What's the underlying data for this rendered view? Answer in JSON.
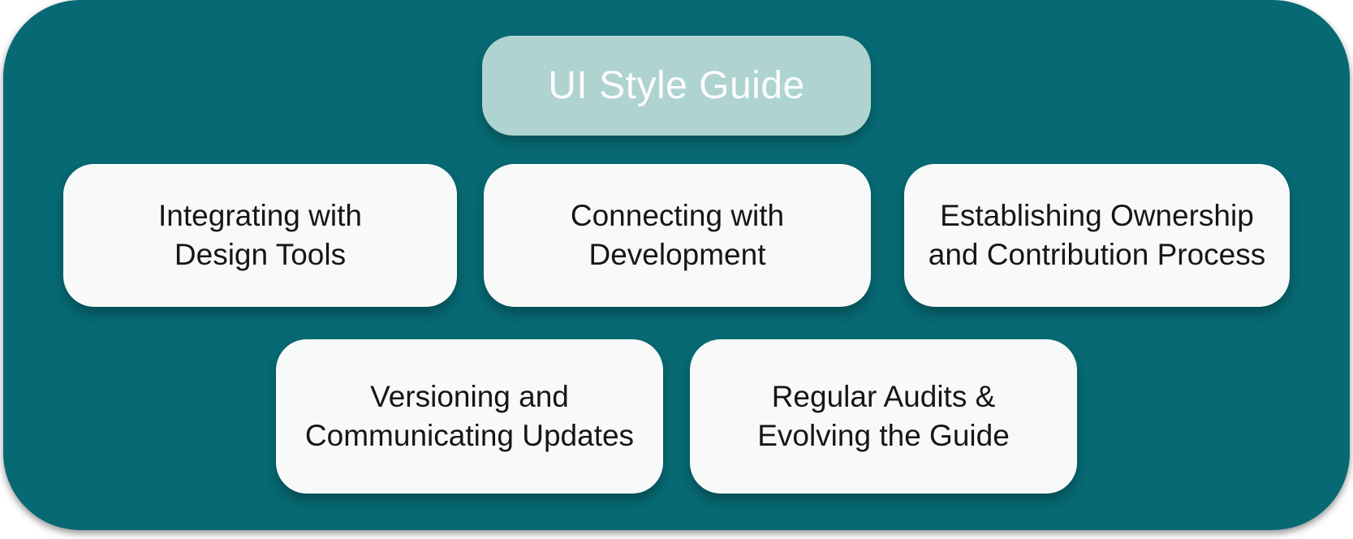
{
  "title": {
    "label": "UI Style Guide"
  },
  "nodes": [
    {
      "label": "Integrating with\nDesign Tools"
    },
    {
      "label": "Connecting with\nDevelopment"
    },
    {
      "label": "Establishing Ownership\nand Contribution Process"
    },
    {
      "label": "Versioning and\nCommunicating Updates"
    },
    {
      "label": "Regular Audits &\nEvolving the Guide"
    }
  ],
  "colors": {
    "background_teal": "#076973",
    "title_card_background": "#aed3d0",
    "title_text": "#fbfdfd",
    "node_card_background": "#f8fafa",
    "node_text": "#161616"
  }
}
